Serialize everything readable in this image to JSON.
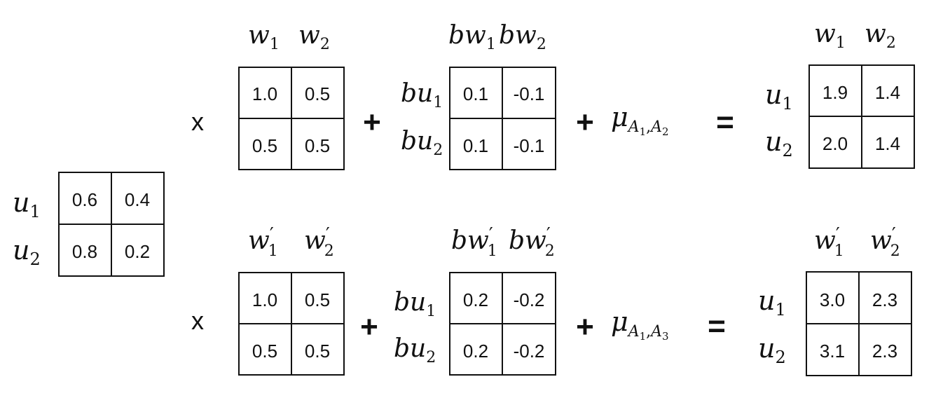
{
  "input_matrix": {
    "row_labels": [
      {
        "base": "u",
        "sub": "1"
      },
      {
        "base": "u",
        "sub": "2"
      }
    ],
    "cells": [
      [
        "0.6",
        "0.4"
      ],
      [
        "0.8",
        "0.2"
      ]
    ]
  },
  "rows": [
    {
      "times": "x",
      "weight_matrix": {
        "col_labels": [
          {
            "base": "w",
            "sub": "1",
            "prime": ""
          },
          {
            "base": "w",
            "sub": "2",
            "prime": ""
          }
        ],
        "cells": [
          [
            "1.0",
            "0.5"
          ],
          [
            "0.5",
            "0.5"
          ]
        ]
      },
      "plus1": "+",
      "bias_matrix": {
        "col_labels": [
          {
            "base": "bw",
            "sub": "1",
            "prime": ""
          },
          {
            "base": "bw",
            "sub": "2",
            "prime": ""
          }
        ],
        "row_labels": [
          {
            "base": "bu",
            "sub": "1"
          },
          {
            "base": "bu",
            "sub": "2"
          }
        ],
        "cells": [
          [
            "0.1",
            "-0.1"
          ],
          [
            "0.1",
            "-0.1"
          ]
        ]
      },
      "plus2": "+",
      "mu": {
        "symbol": "μ",
        "sub": "A",
        "sub1": "1",
        "sep": ",",
        "sub2": "A",
        "sub3": "2"
      },
      "equals": "=",
      "result_matrix": {
        "col_labels": [
          {
            "base": "w",
            "sub": "1",
            "prime": ""
          },
          {
            "base": "w",
            "sub": "2",
            "prime": ""
          }
        ],
        "row_labels": [
          {
            "base": "u",
            "sub": "1"
          },
          {
            "base": "u",
            "sub": "2"
          }
        ],
        "cells": [
          [
            "1.9",
            "1.4"
          ],
          [
            "2.0",
            "1.4"
          ]
        ]
      }
    },
    {
      "times": "x",
      "weight_matrix": {
        "col_labels": [
          {
            "base": "w",
            "sub": "1",
            "prime": "′"
          },
          {
            "base": "w",
            "sub": "2",
            "prime": "′"
          }
        ],
        "cells": [
          [
            "1.0",
            "0.5"
          ],
          [
            "0.5",
            "0.5"
          ]
        ]
      },
      "plus1": "+",
      "bias_matrix": {
        "col_labels": [
          {
            "base": "bw",
            "sub": "1",
            "prime": "′"
          },
          {
            "base": "bw",
            "sub": "2",
            "prime": "′"
          }
        ],
        "row_labels": [
          {
            "base": "bu",
            "sub": "1"
          },
          {
            "base": "bu",
            "sub": "2"
          }
        ],
        "cells": [
          [
            "0.2",
            "-0.2"
          ],
          [
            "0.2",
            "-0.2"
          ]
        ]
      },
      "plus2": "+",
      "mu": {
        "symbol": "μ",
        "sub": "A",
        "sub1": "1",
        "sep": ",",
        "sub2": "A",
        "sub3": "3"
      },
      "equals": "=",
      "result_matrix": {
        "col_labels": [
          {
            "base": "w",
            "sub": "1",
            "prime": "′"
          },
          {
            "base": "w",
            "sub": "2",
            "prime": "′"
          }
        ],
        "row_labels": [
          {
            "base": "u",
            "sub": "1"
          },
          {
            "base": "u",
            "sub": "2"
          }
        ],
        "cells": [
          [
            "3.0",
            "2.3"
          ],
          [
            "3.1",
            "2.3"
          ]
        ]
      }
    }
  ]
}
